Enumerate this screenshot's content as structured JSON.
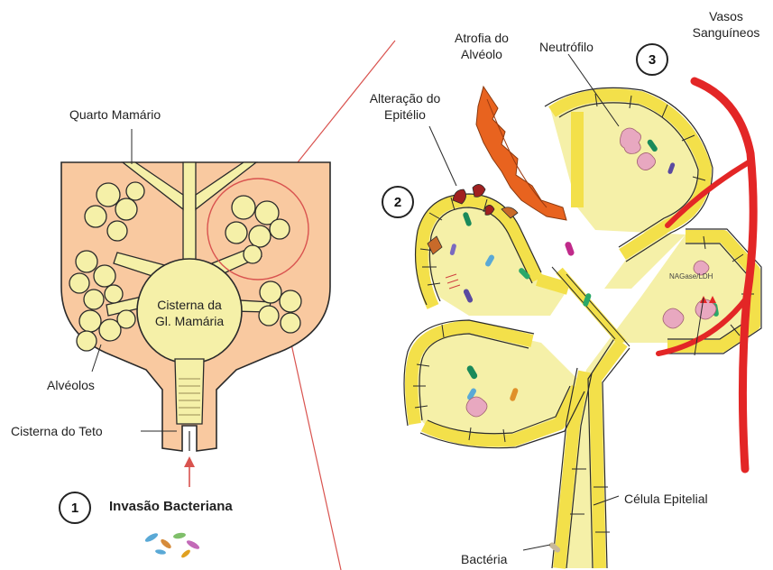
{
  "labels": {
    "quarto_mamario": "Quarto Mamário",
    "cisterna_gl_line1": "Cisterna da",
    "cisterna_gl_line2": "Gl. Mamária",
    "alveolos": "Alvéolos",
    "cisterna_teto": "Cisterna do Teto",
    "invasao": "Invasão Bacteriana",
    "atrofia_line1": "Atrofia do",
    "atrofia_line2": "Alvéolo",
    "neutrofilo": "Neutrófilo",
    "vasos_line1": "Vasos",
    "vasos_line2": "Sanguíneos",
    "alteracao_line1": "Alteração do",
    "alteracao_line2": "Epitélio",
    "celula": "Célula Epitelial",
    "bacteria": "Bactéria",
    "nag_ldh": "NAGase/LDH"
  },
  "steps": [
    "1",
    "2",
    "3"
  ],
  "colors": {
    "udder": "#f9c9a0",
    "gland": "#f5f0a8",
    "outline": "#2a2a2a",
    "epithelium": "#f3e04a",
    "blood_vessel": "#e32626",
    "atrophy": "#e8631f",
    "pointer": "#d9534f"
  },
  "icons": [
    "bacteria-icon",
    "neutrophil-icon",
    "arrow-up-icon"
  ]
}
